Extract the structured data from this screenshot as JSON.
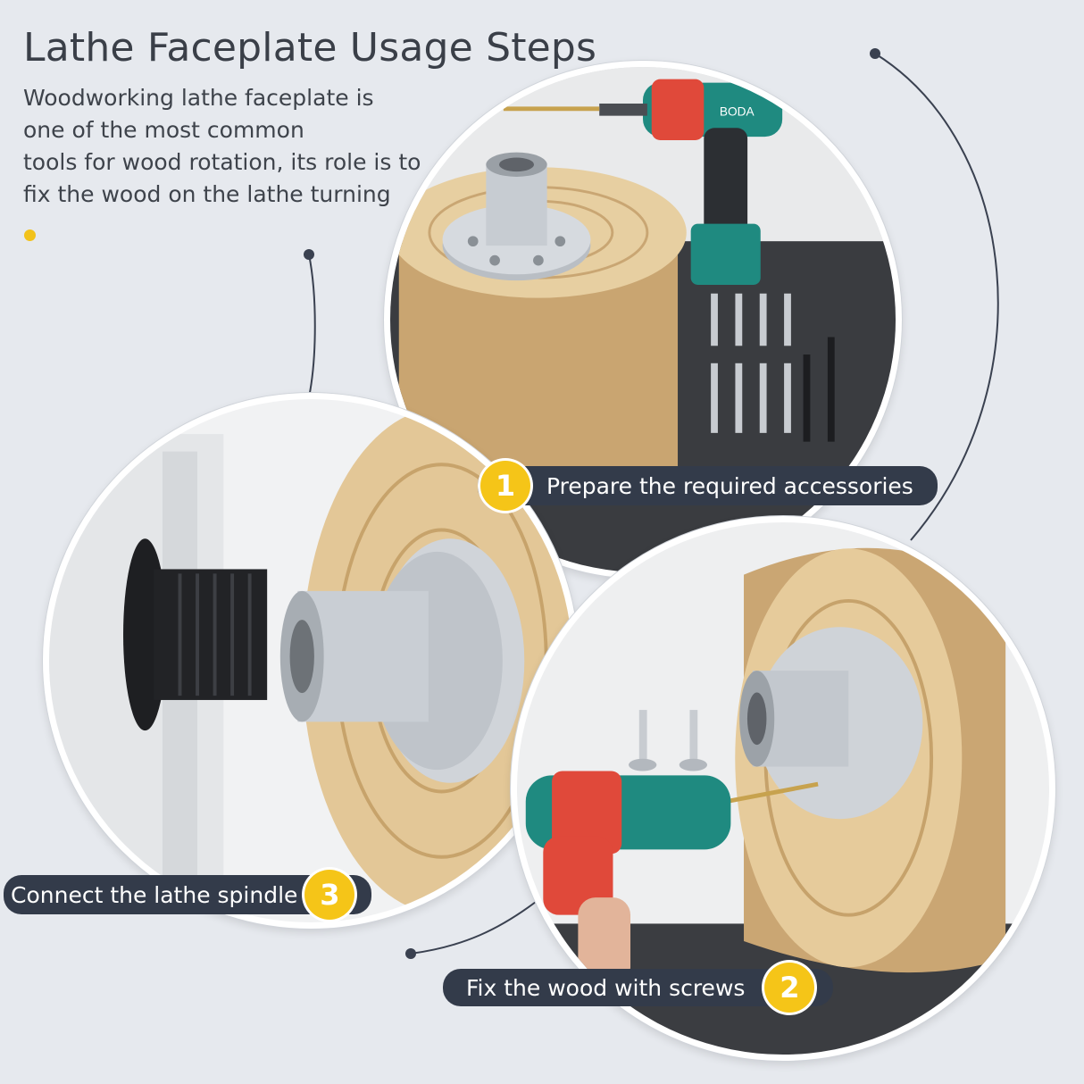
{
  "title": "Lathe Faceplate Usage Steps",
  "description_lines": [
    "Woodworking lathe faceplate is",
    "one of the most common",
    "tools for wood rotation, its role is to",
    "fix the wood on the lathe turning"
  ],
  "drill_brand": "BODA",
  "steps": [
    {
      "number": "1",
      "label": "Prepare the required accessories"
    },
    {
      "number": "2",
      "label": "Fix the wood with screws"
    },
    {
      "number": "3",
      "label": "Connect the lathe spindle"
    }
  ],
  "colors": {
    "background": "#e6e9ee",
    "pill": "#333b4a",
    "badge": "#f5c518",
    "drill_teal": "#1f8a80",
    "drill_red": "#e0493a"
  }
}
